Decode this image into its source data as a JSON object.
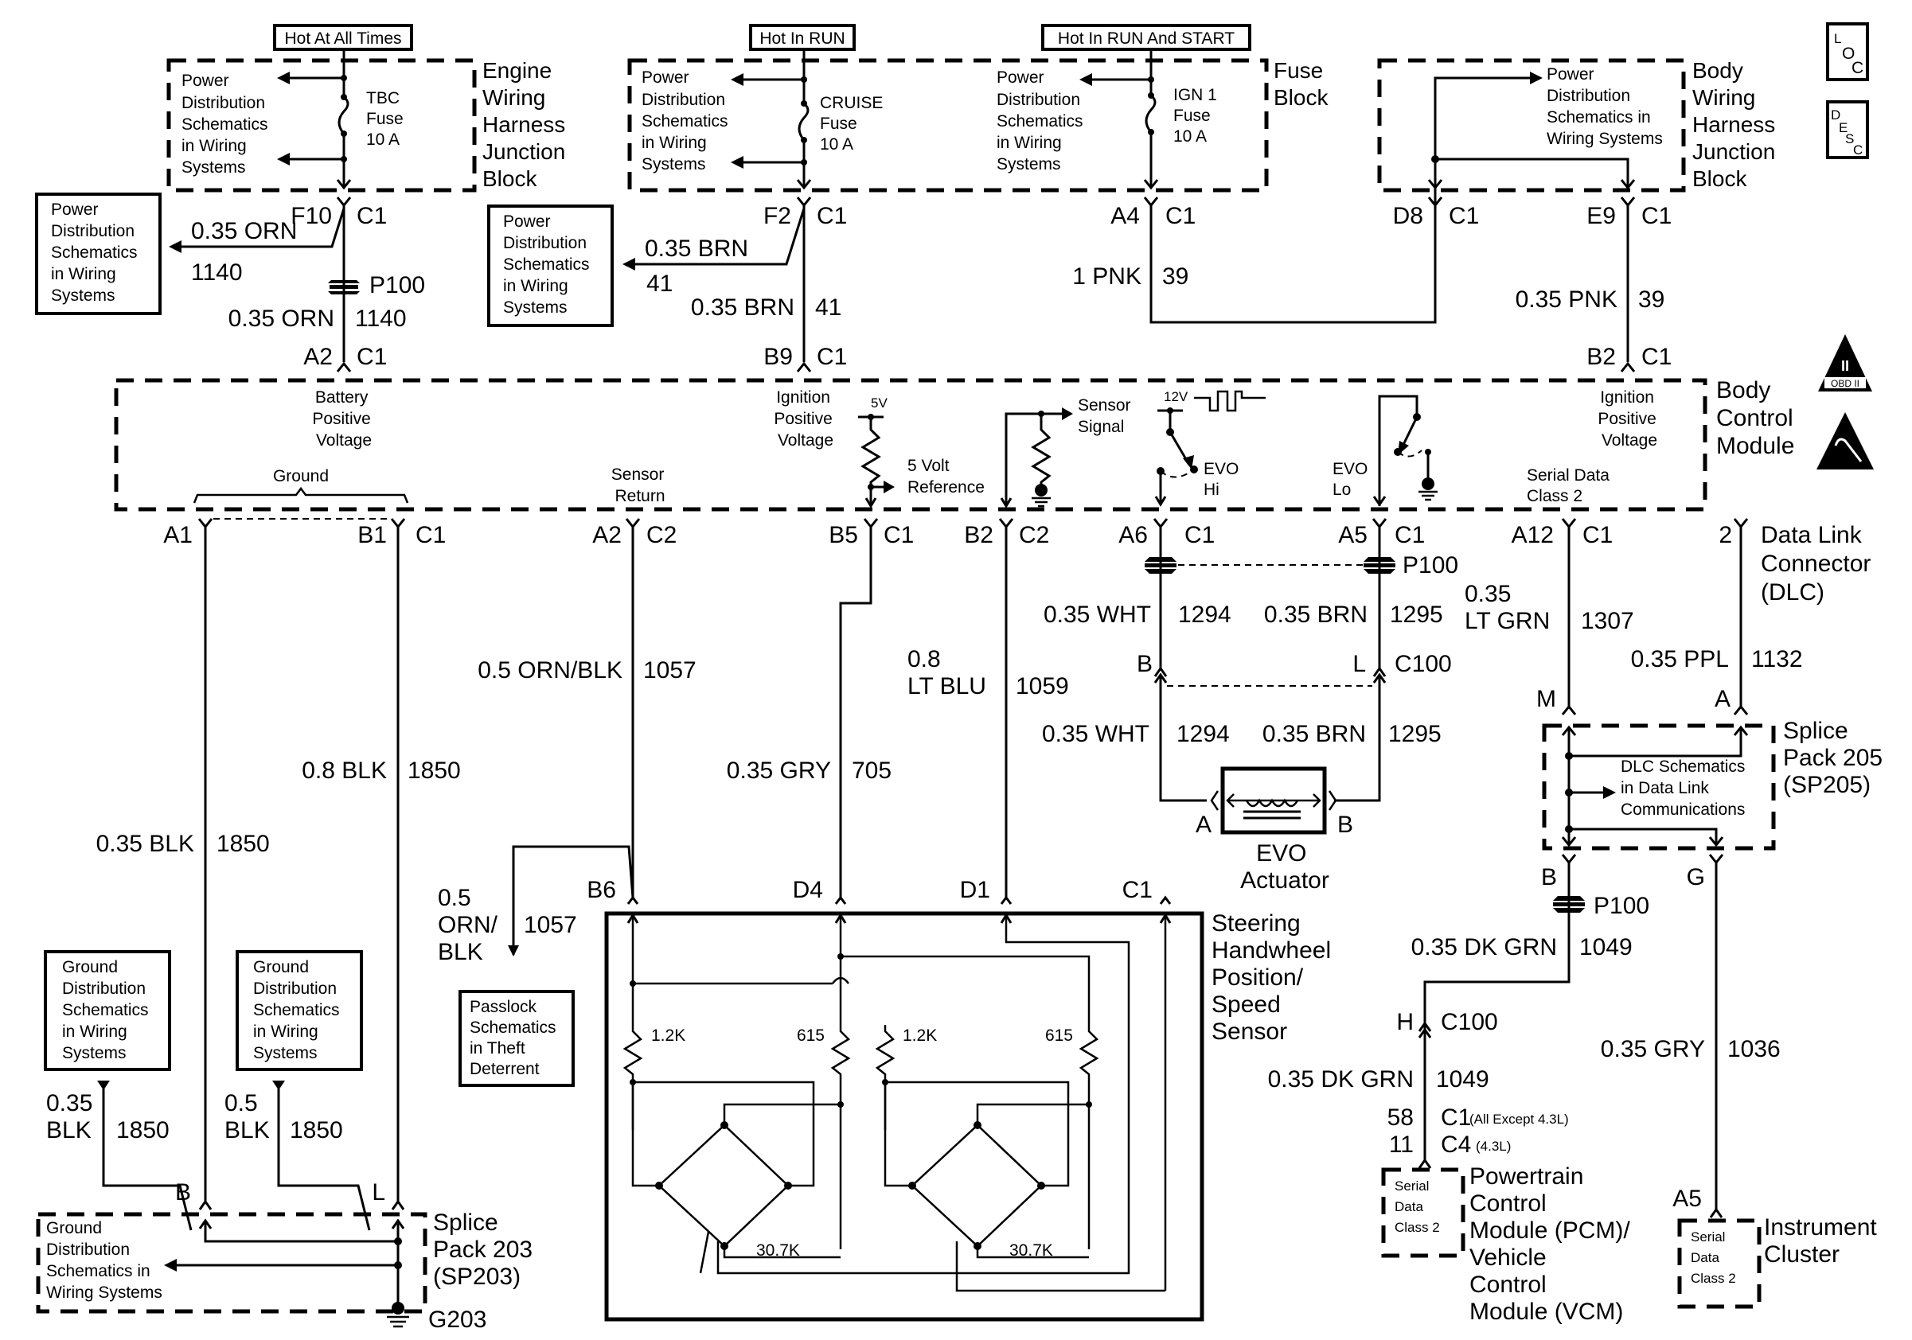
{
  "diagram_title": "Body Control Module / EVO Steering Circuit Schematic",
  "power_labels": {
    "hot_all_times": "Hot At All Times",
    "hot_in_run": "Hot In RUN",
    "hot_run_start": "Hot In RUN And START"
  },
  "engine_jb": {
    "title": [
      "Engine",
      "Wiring",
      "Harness",
      "Junction",
      "Block"
    ],
    "ref_text": [
      "Power",
      "Distribution",
      "Schematics",
      "in Wiring",
      "Systems"
    ],
    "fuse": [
      "TBC",
      "Fuse",
      "10 A"
    ],
    "pin": "F10",
    "conn": "C1"
  },
  "fuse_block": {
    "title": [
      "Fuse",
      "Block"
    ],
    "cruise_ref": [
      "Power",
      "Distribution",
      "Schematics",
      "in Wiring",
      "Systems"
    ],
    "cruise_fuse": [
      "CRUISE",
      "Fuse",
      "10 A"
    ],
    "cruise_pin": "F2",
    "cruise_conn": "C1",
    "ign_ref": [
      "Power",
      "Distribution",
      "Schematics",
      "in Wiring",
      "Systems"
    ],
    "ign_fuse": [
      "IGN 1",
      "Fuse",
      "10 A"
    ],
    "ign_pin": "A4",
    "ign_conn": "C1"
  },
  "body_jb": {
    "title": [
      "Body",
      "Wiring",
      "Harness",
      "Junction",
      "Block"
    ],
    "ref_text": [
      "Power",
      "Distribution",
      "Schematics in",
      "Wiring Systems"
    ],
    "pin_d8": "D8",
    "pin_e9": "E9",
    "conn": "C1"
  },
  "side_refs": {
    "left_power": [
      "Power",
      "Distribution",
      "Schematics",
      "in Wiring",
      "Systems"
    ],
    "mid_power": [
      "Power",
      "Distribution",
      "Schematics",
      "in Wiring",
      "Systems"
    ]
  },
  "wires_top": {
    "w1140_branch": {
      "gauge": "0.35 ORN",
      "circuit": "1140"
    },
    "w1140": {
      "gauge": "0.35 ORN",
      "circuit": "1140"
    },
    "p100": "P100",
    "w41_branch": {
      "gauge": "0.35 BRN",
      "circuit": "41"
    },
    "w41": {
      "gauge": "0.35 BRN",
      "circuit": "41"
    },
    "w39_pnk1": {
      "gauge": "1 PNK",
      "circuit": "39"
    },
    "w39": {
      "gauge": "0.35 PNK",
      "circuit": "39"
    }
  },
  "bcm": {
    "title": [
      "Body",
      "Control",
      "Module"
    ],
    "top_pins": [
      {
        "pin": "A2",
        "conn": "C1"
      },
      {
        "pin": "B9",
        "conn": "C1"
      },
      {
        "pin": "B2",
        "conn": "C1"
      }
    ],
    "battery_label": [
      "Battery",
      "Positive",
      "Voltage"
    ],
    "ignition_label": [
      "Ignition",
      "Positive",
      "Voltage"
    ],
    "ignition_label_right": [
      "Ignition",
      "Positive",
      "Voltage"
    ],
    "ground_label": "Ground",
    "sensor_return": [
      "Sensor",
      "Return"
    ],
    "five_v": "5V",
    "five_volt_ref": [
      "5 Volt",
      "Reference"
    ],
    "sensor_signal": [
      "Sensor",
      "Signal"
    ],
    "twelve_v": "12V",
    "evo_hi": [
      "EVO",
      "Hi"
    ],
    "evo_lo": [
      "EVO",
      "Lo"
    ],
    "serial_data": [
      "Serial Data",
      "Class 2"
    ],
    "bottom_pins": [
      {
        "pin": "A1",
        "conn": ""
      },
      {
        "pin": "B1",
        "conn": "C1"
      },
      {
        "pin": "A2",
        "conn": "C2"
      },
      {
        "pin": "B5",
        "conn": "C1"
      },
      {
        "pin": "B2",
        "conn": "C2"
      },
      {
        "pin": "A6",
        "conn": "C1"
      },
      {
        "pin": "A5",
        "conn": "C1"
      },
      {
        "pin": "A12",
        "conn": "C1"
      }
    ]
  },
  "dlc": {
    "pin": "2",
    "title": [
      "Data Link",
      "Connector",
      "(DLC)"
    ]
  },
  "wires_mid": {
    "a1": {
      "gauge": "0.35 BLK",
      "circuit": "1850"
    },
    "b1": {
      "gauge": "0.8 BLK",
      "circuit": "1850"
    },
    "a2": {
      "gauge": "0.5 ORN/BLK",
      "circuit": "1057"
    },
    "b5": {
      "gauge": "0.35 GRY",
      "circuit": "705"
    },
    "b2": {
      "gauge_line1": "0.8",
      "gauge_line2": "LT BLU",
      "circuit": "1059"
    },
    "a6_top": {
      "gauge": "0.35 WHT",
      "circuit": "1294"
    },
    "a5_top": {
      "gauge": "0.35 BRN",
      "circuit": "1295"
    },
    "a6_bot": {
      "gauge": "0.35 WHT",
      "circuit": "1294"
    },
    "a5_bot": {
      "gauge": "0.35 BRN",
      "circuit": "1295"
    },
    "a12": {
      "gauge_line1": "0.35",
      "gauge_line2": "LT GRN",
      "circuit": "1307"
    },
    "dlc2": {
      "gauge": "0.35 PPL",
      "circuit": "1132"
    },
    "passlock": {
      "gauge_line1": "0.5",
      "gauge_line2": "ORN/",
      "gauge_line3": "BLK",
      "circuit": "1057"
    }
  },
  "p100_mid": "P100",
  "c100": {
    "pin_b": "B",
    "pin_l": "L",
    "name": "C100"
  },
  "evo_actuator": {
    "pin_a": "A",
    "pin_b": "B",
    "title": [
      "EVO",
      "Actuator"
    ]
  },
  "sp205": {
    "title": [
      "Splice",
      "Pack 205",
      "(SP205)"
    ],
    "ref_text": [
      "DLC Schematics",
      "in Data Link",
      "Communications"
    ],
    "pin_m": "M",
    "pin_a": "A",
    "pin_b": "B",
    "pin_g": "G"
  },
  "lower_right": {
    "p100": "P100",
    "w1049_top": {
      "gauge": "0.35 DK GRN",
      "circuit": "1049"
    },
    "c100_pin": "H",
    "c100_name": "C100",
    "w1049_bot": {
      "gauge": "0.35 DK GRN",
      "circuit": "1049"
    },
    "pcm_pins": [
      {
        "pin": "58",
        "conn": "C1",
        "note": "(All Except 4.3L)"
      },
      {
        "pin": "11",
        "conn": "C4",
        "note": "(4.3L)"
      }
    ],
    "pcm_inner": [
      "Serial",
      "Data",
      "Class 2"
    ],
    "pcm_title": [
      "Powertrain",
      "Control",
      "Module (PCM)/",
      "Vehicle",
      "Control",
      "Module (VCM)"
    ],
    "w1036": {
      "gauge": "0.35 GRY",
      "circuit": "1036"
    },
    "ic_pin": "A5",
    "ic_inner": [
      "Serial",
      "Data",
      "Class 2"
    ],
    "ic_title": [
      "Instrument",
      "Cluster"
    ]
  },
  "sensor": {
    "title": [
      "Steering",
      "Handwheel",
      "Position/",
      "Speed",
      "Sensor"
    ],
    "pins": [
      "B6",
      "D4",
      "D1",
      "C1"
    ],
    "r1": "1.2K",
    "r2": "615",
    "r3": "1.2K",
    "r4": "615",
    "pot1": "30.7K",
    "pot2": "30.7K"
  },
  "passlock_ref": [
    "Passlock",
    "Schematics",
    "in Theft",
    "Deterrent"
  ],
  "ground_refs": {
    "left": [
      "Ground",
      "Distribution",
      "Schematics",
      "in Wiring",
      "Systems"
    ],
    "right": [
      "Ground",
      "Distribution",
      "Schematics",
      "in Wiring",
      "Systems"
    ],
    "left_wire": {
      "gauge_line1": "0.35",
      "gauge_line2": "BLK",
      "circuit": "1850"
    },
    "right_wire": {
      "gauge_line1": "0.5",
      "gauge_line2": "BLK",
      "circuit": "1850"
    }
  },
  "sp203": {
    "title": [
      "Splice",
      "Pack 203",
      "(SP203)"
    ],
    "ref_text": [
      "Ground",
      "Distribution",
      "Schematics in",
      "Wiring Systems"
    ],
    "pin_b": "B",
    "pin_l": "L",
    "ground": "G203"
  },
  "icons": {
    "loc": {
      "letters": [
        "L",
        "O",
        "C"
      ]
    },
    "desc": {
      "letters": [
        "D",
        "E",
        "S",
        "C"
      ]
    },
    "obd": {
      "symbol": "II",
      "label": "OBD II"
    },
    "esd": "esd-warning"
  }
}
